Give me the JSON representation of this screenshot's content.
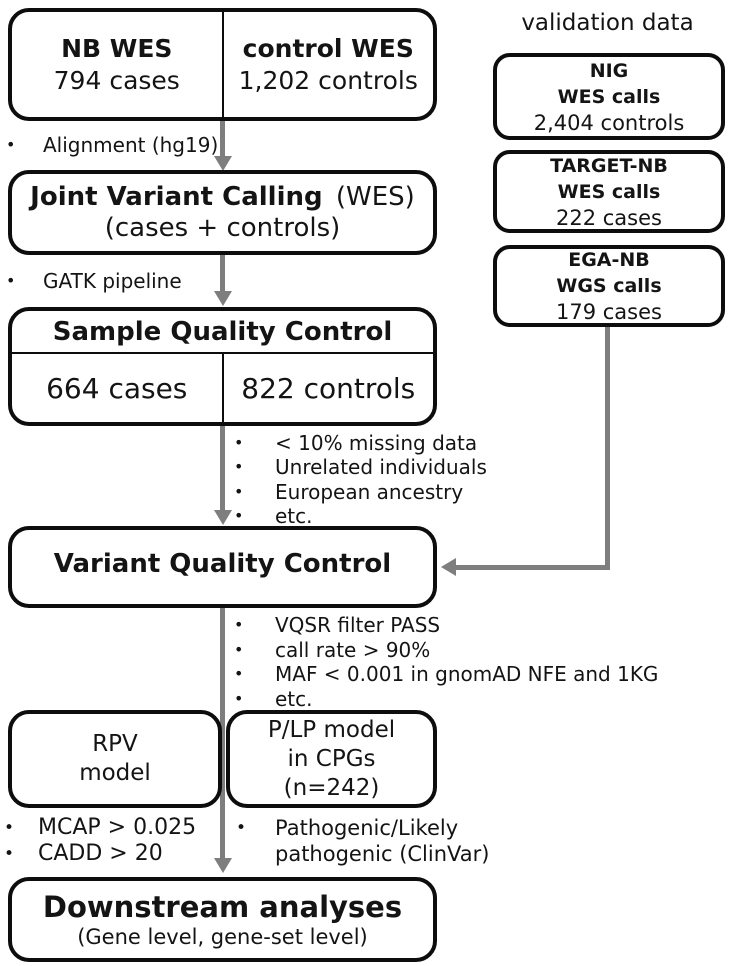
{
  "colors": {
    "border": "#0d0d0d",
    "arrow": "#7e7e7e",
    "text": "#141414",
    "background": "#ffffff"
  },
  "source_box": {
    "cases": {
      "title": "NB WES",
      "count": "794 cases"
    },
    "controls": {
      "title": "control WES",
      "count": "1,202 controls"
    }
  },
  "notes": {
    "alignment": "Alignment (hg19)",
    "gatk": "GATK pipeline"
  },
  "joint_calling": {
    "title_bold": "Joint Variant Calling",
    "title_regular": "(WES)",
    "subtitle": "(cases + controls)"
  },
  "sample_qc": {
    "title": "Sample Quality Control",
    "cases": "664 cases",
    "controls": "822 controls",
    "criteria": [
      "< 10% missing data",
      "Unrelated individuals",
      "European ancestry",
      "etc."
    ]
  },
  "variant_qc": {
    "title": "Variant Quality Control",
    "criteria": [
      "VQSR filter PASS",
      "call rate > 90%",
      "MAF < 0.001 in gnomAD NFE and 1KG",
      "etc."
    ]
  },
  "rpv_model": {
    "line1": "RPV",
    "line2": "model",
    "criteria": [
      "MCAP > 0.025",
      "CADD > 20"
    ]
  },
  "plp_model": {
    "line1": "P/LP model",
    "line2": "in CPGs",
    "line3": "(n=242)",
    "criteria": [
      "Pathogenic/Likely",
      "pathogenic (ClinVar)"
    ]
  },
  "downstream": {
    "title": "Downstream analyses",
    "subtitle": "(Gene level, gene-set level)"
  },
  "validation": {
    "title": "validation data",
    "boxes": [
      {
        "name": "NIG",
        "calls": "WES calls",
        "count": "2,404 controls"
      },
      {
        "name": "TARGET-NB",
        "calls": "WES calls",
        "count": "222 cases"
      },
      {
        "name": "EGA-NB",
        "calls": "WGS calls",
        "count": "179 cases"
      }
    ]
  },
  "bullet_char": "•"
}
